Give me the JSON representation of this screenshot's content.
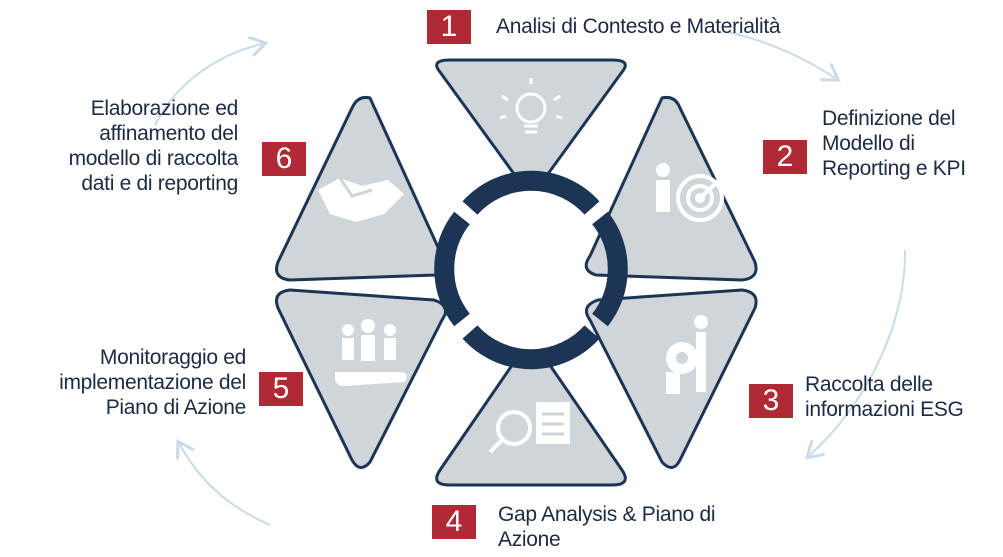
{
  "steps": [
    {
      "number": "1",
      "lines": [
        "Analisi di Contesto e Materialità"
      ],
      "icon": "lightbulb-icon"
    },
    {
      "number": "2",
      "lines": [
        "Definizione del",
        "Modello di",
        "Reporting e KPI"
      ],
      "icon": "target-icon"
    },
    {
      "number": "3",
      "lines": [
        "Raccolta delle",
        "informazioni ESG"
      ],
      "icon": "gear-person-icon"
    },
    {
      "number": "4",
      "lines": [
        "Gap Analysis & Piano di",
        "Azione"
      ],
      "icon": "magnifier-document-icon"
    },
    {
      "number": "5",
      "lines": [
        "Monitoraggio ed",
        "implementazione del",
        "Piano di Azione"
      ],
      "icon": "people-hand-icon"
    },
    {
      "number": "6",
      "lines": [
        "Elaborazione ed",
        "affinamento del",
        "modello di raccolta",
        "dati e  di reporting"
      ],
      "icon": "handshake-icon"
    }
  ],
  "colors": {
    "number_badge": "#b02a35",
    "ring": "#1c3554",
    "petal": "#cfd5d9",
    "text": "#1c2a44",
    "arrow": "#c9dbea"
  }
}
